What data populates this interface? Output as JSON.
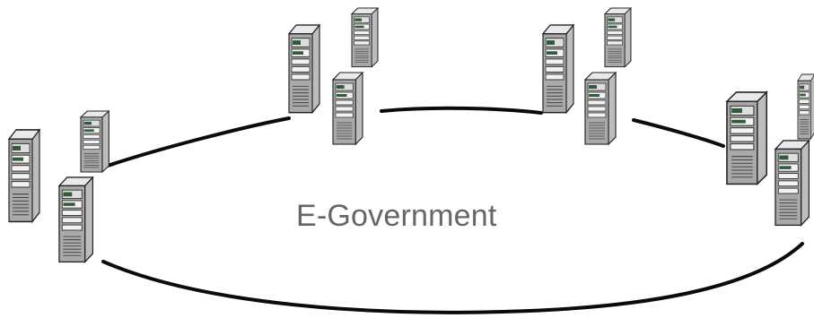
{
  "diagram": {
    "center_label": "E-Government",
    "node_icon": "server-tower-icon",
    "server_clusters": [
      {
        "name": "cluster-left",
        "servers": 3
      },
      {
        "name": "cluster-top-left",
        "servers": 3
      },
      {
        "name": "cluster-top-right",
        "servers": 3
      },
      {
        "name": "cluster-right",
        "servers": 3
      }
    ],
    "colors": {
      "ring": "#0b0b0b",
      "label": "#666666",
      "server_body": "#a9a9a9",
      "server_front": "#dedede",
      "server_display": "#2f5b38"
    }
  }
}
